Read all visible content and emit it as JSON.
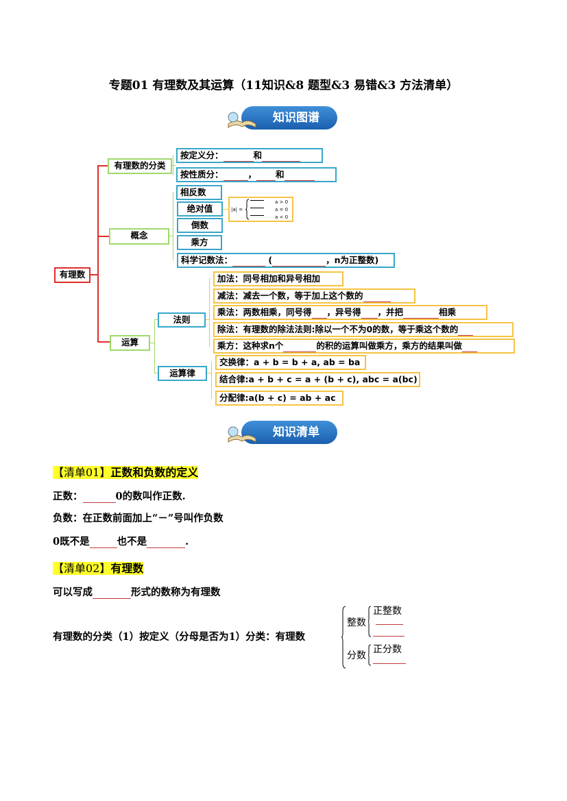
{
  "title": "专题01  有理数及其运算（11知识&8 题型&3 易错&3 方法清单）",
  "banner1": "知识图谱",
  "banner2": "知识清单",
  "map": {
    "root": "有理数",
    "classify": "有理数的分类",
    "by_def": "按定义分：",
    "and": "和",
    "by_prop": "按性质分：",
    "comma": "，",
    "concept": "概念",
    "opposite": "相反数",
    "abs": "绝对值",
    "abs_formula": "|a| =",
    "abs_cases": [
      "a > 0",
      "a = 0",
      "a < 0"
    ],
    "reciprocal": "倒数",
    "power": "乘方",
    "sci": "科学记数法：",
    "sci_paren_open": "(",
    "sci_tail": "，n为正整数)",
    "ops": "运算",
    "rules": "法则",
    "laws": "运算律",
    "add": "加法：同号相加和异号相加",
    "sub": "减法：减去一个数，等于加上这个数的",
    "mul_a": "乘法：两数相乘，同号得",
    "mul_b": "，异号得",
    "mul_c": "，并把",
    "mul_d": "相乘",
    "div": "除法：有理数的除法法则:除以一个不为0的数，等于乘这个数的",
    "pow_a": "乘方：这种求n个",
    "pow_b": "的积的运算叫做乘方，乘方的结果叫做",
    "commutative": "交换律：a + b = b + a, ab = ba",
    "associative": "结合律:a + b + c = a + (b + c), abc = a(bc)",
    "distributive": "分配律:a(b + c) = ab + ac"
  },
  "list": {
    "h1_tag": "【清单01】",
    "h1_text": "正数和负数的定义",
    "pos_a": "正数：",
    "pos_b": "0的数叫作正数.",
    "neg": "负数：在正数前面加上“－”号叫作负数",
    "zero_a": "0既不是",
    "zero_b": "也不是",
    "zero_c": ".",
    "h2_tag": "【清单02】",
    "h2_text": "有理数",
    "rat_a": "可以写成",
    "rat_b": "形式的数称为有理数",
    "cls": "有理数的分类（1）按定义（分母是否为1）分类：有理数",
    "integer": "整数",
    "pos_int": "正整数",
    "fraction": "分数",
    "pos_frac": "正分数"
  }
}
